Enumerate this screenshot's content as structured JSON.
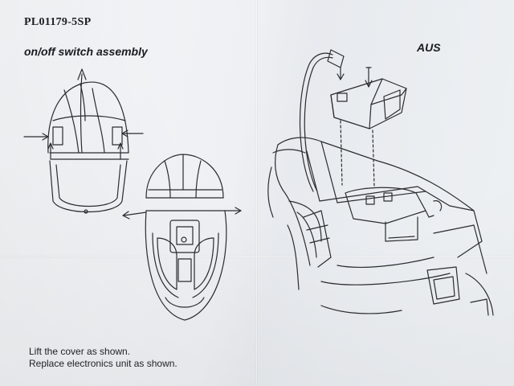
{
  "document": {
    "part_number": "PL01179-5SP",
    "section_title": "on/off switch assembly",
    "region_label": "AUS",
    "instructions": [
      "Lift the cover as shown.",
      "Replace electronics unit as shown."
    ]
  },
  "colors": {
    "paper": "#eef0f3",
    "ink": "#2a2c30",
    "text": "#1d1f22"
  }
}
